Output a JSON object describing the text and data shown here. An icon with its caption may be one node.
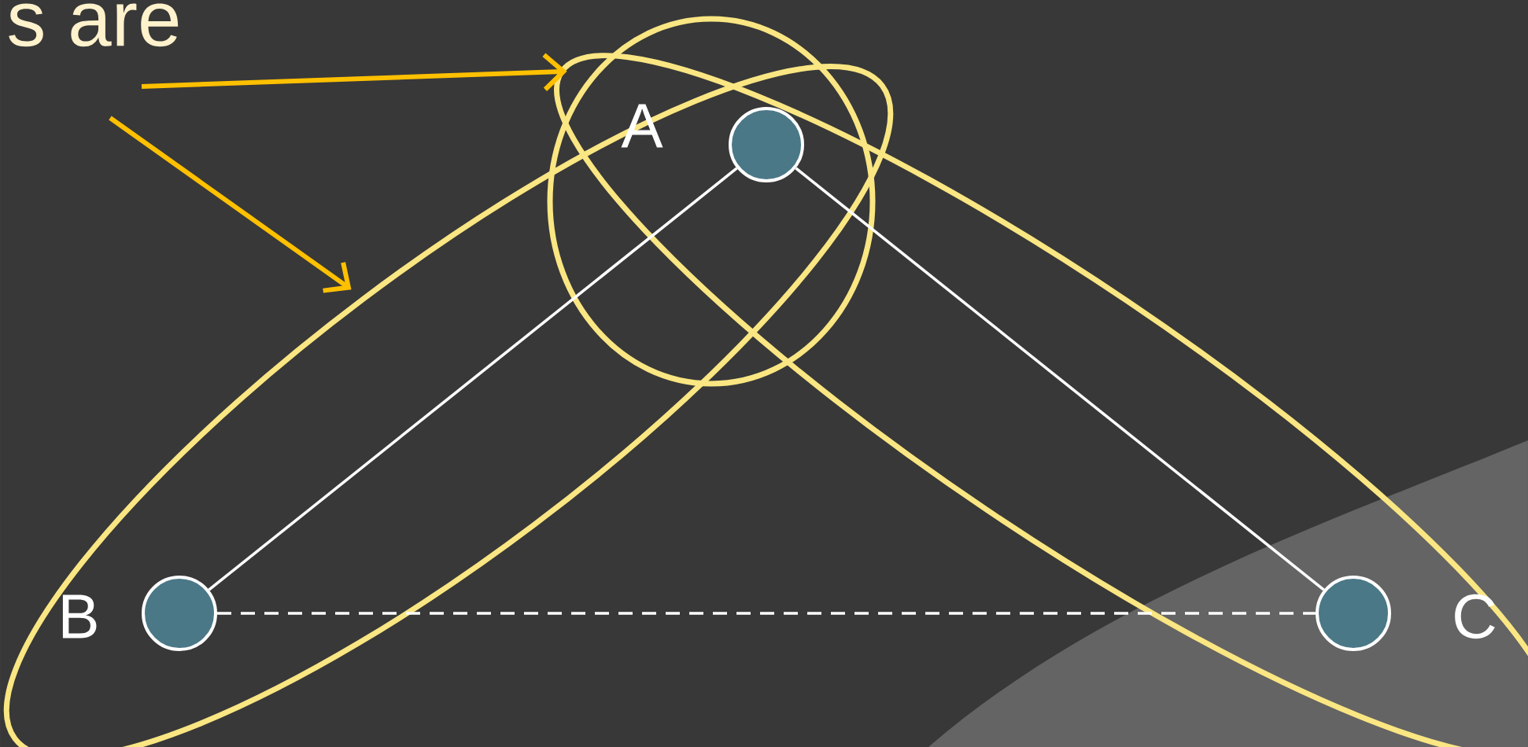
{
  "diagram": {
    "nodes": [
      {
        "text": [],
        "shape": "ellipse"
      },
      {
        "text": [],
        "shape": "ellipse"
      },
      {
        "text": [],
        "shape": "ellipse"
      },
      {
        "text": [],
        "shape": "circle",
        "beside": [
          "A"
        ],
        "in": 0
      },
      {
        "text": [],
        "shape": "circle",
        "beside": [
          "B"
        ],
        "in": 1
      },
      {
        "text": [],
        "shape": "circle",
        "beside": [
          "C"
        ],
        "in": 2
      }
    ],
    "edges": [
      {
        "from": 3,
        "to": 4,
        "arrow": "none"
      },
      {
        "from": 3,
        "to": 5,
        "arrow": "none"
      },
      {
        "from": 4,
        "to": 5,
        "arrow": "none",
        "style": "dashed"
      },
      {
        "from": null,
        "to": 0,
        "arrow": "to",
        "color": "#ffc000"
      },
      {
        "from": null,
        "to": 1,
        "arrow": "to",
        "color": "#ffc000"
      }
    ],
    "labels": [
      "s are"
    ]
  }
}
